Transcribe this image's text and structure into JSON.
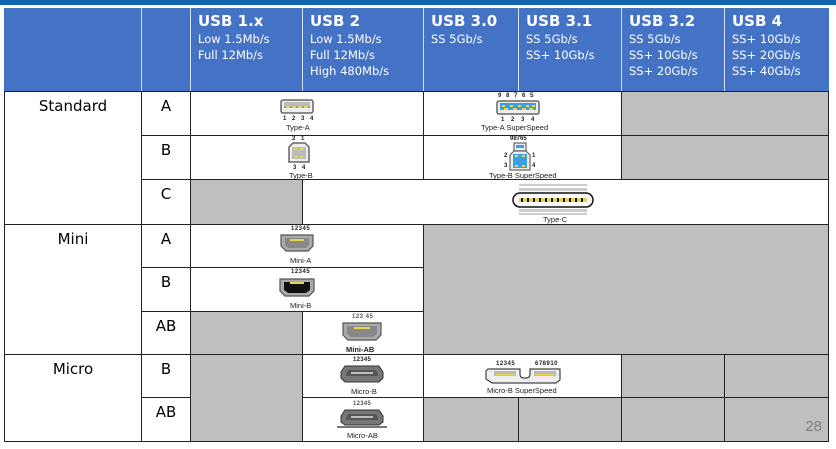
{
  "header": {
    "columns": [
      {
        "title": "USB 1.x",
        "speeds": [
          "Low 1.5Mb/s",
          "Full 12Mb/s"
        ]
      },
      {
        "title": "USB 2",
        "speeds": [
          "Low 1.5Mb/s",
          "Full 12Mb/s",
          "High 480Mb/s"
        ]
      },
      {
        "title": "USB 3.0",
        "speeds": [
          "SS 5Gb/s"
        ]
      },
      {
        "title": "USB 3.1",
        "speeds": [
          "SS 5Gb/s",
          "SS+ 10Gb/s"
        ]
      },
      {
        "title": "USB 3.2",
        "speeds": [
          "SS 5Gb/s",
          "SS+ 10Gb/s",
          "SS+ 20Gb/s"
        ]
      },
      {
        "title": "USB 4",
        "speeds": [
          "SS+ 10Gb/s",
          "SS+ 20Gb/s",
          "SS+ 40Gb/s"
        ]
      }
    ]
  },
  "groups": {
    "standard": "Standard",
    "mini": "Mini",
    "micro": "Micro"
  },
  "rows": {
    "std_a": "A",
    "std_b": "B",
    "std_c": "C",
    "mini_a": "A",
    "mini_b": "B",
    "mini_ab": "AB",
    "micro_b": "B",
    "micro_ab": "AB"
  },
  "connectors": {
    "type_a": {
      "caption": "Type-A",
      "pins_bottom": "1 2 3 4"
    },
    "type_a_ss": {
      "caption": "Type-A SuperSpeed",
      "pins_top": "9 8 7 6 5",
      "pins_bottom": "1 2 3 4"
    },
    "type_b": {
      "caption": "Type-B",
      "pins_top": "2 1",
      "pins_bottom": "3 4"
    },
    "type_b_ss": {
      "caption": "Type-B SuperSpeed",
      "pins_top": "98765",
      "pin_left_top": "2",
      "pin_right_top": "1",
      "pin_left_bottom": "3",
      "pin_right_bottom": "4"
    },
    "type_c": {
      "caption": "Type-C"
    },
    "mini_a": {
      "caption": "Mini-A",
      "pins_top": "12345"
    },
    "mini_b": {
      "caption": "Mini-B",
      "pins_top": "12345"
    },
    "mini_ab": {
      "caption": "Mini-AB",
      "pins_top": "123 45"
    },
    "micro_b": {
      "caption": "Micro-B",
      "pins_top": "12345"
    },
    "micro_ab": {
      "caption": "Micro-AB",
      "pins_top": "12345"
    },
    "micro_b_ss": {
      "caption": "Micro-B SuperSpeed",
      "pins_left": "12345",
      "pins_right": "678910"
    }
  },
  "colors": {
    "header_bg": "#4472c4",
    "topbar": "#1263b0",
    "unavailable": "#bfbfbf",
    "pin_gold": "#e8d44d",
    "superspeed_blue": "#3aa0e6"
  },
  "page_number": "28"
}
